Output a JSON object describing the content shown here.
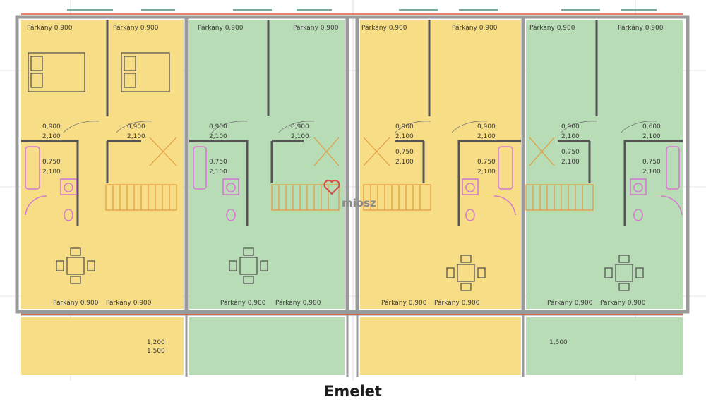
{
  "caption": "Emelet",
  "logo": {
    "text": "miosz",
    "icon": "heart-house-icon",
    "color": "#d94a4a"
  },
  "colors": {
    "yellow": "#f7dd86",
    "green": "#b8dcb5",
    "wall": "#9a9a9a",
    "bath": "#d47bd1",
    "stair": "#e39a3c",
    "sill": "#e05a3a"
  },
  "labels": {
    "parkany": "Párkány 0,900",
    "w900": "0,900",
    "h2100": "2,100",
    "w750": "0,750",
    "w1200": "1,200",
    "w1500": "1,500",
    "w600": "0,600"
  }
}
